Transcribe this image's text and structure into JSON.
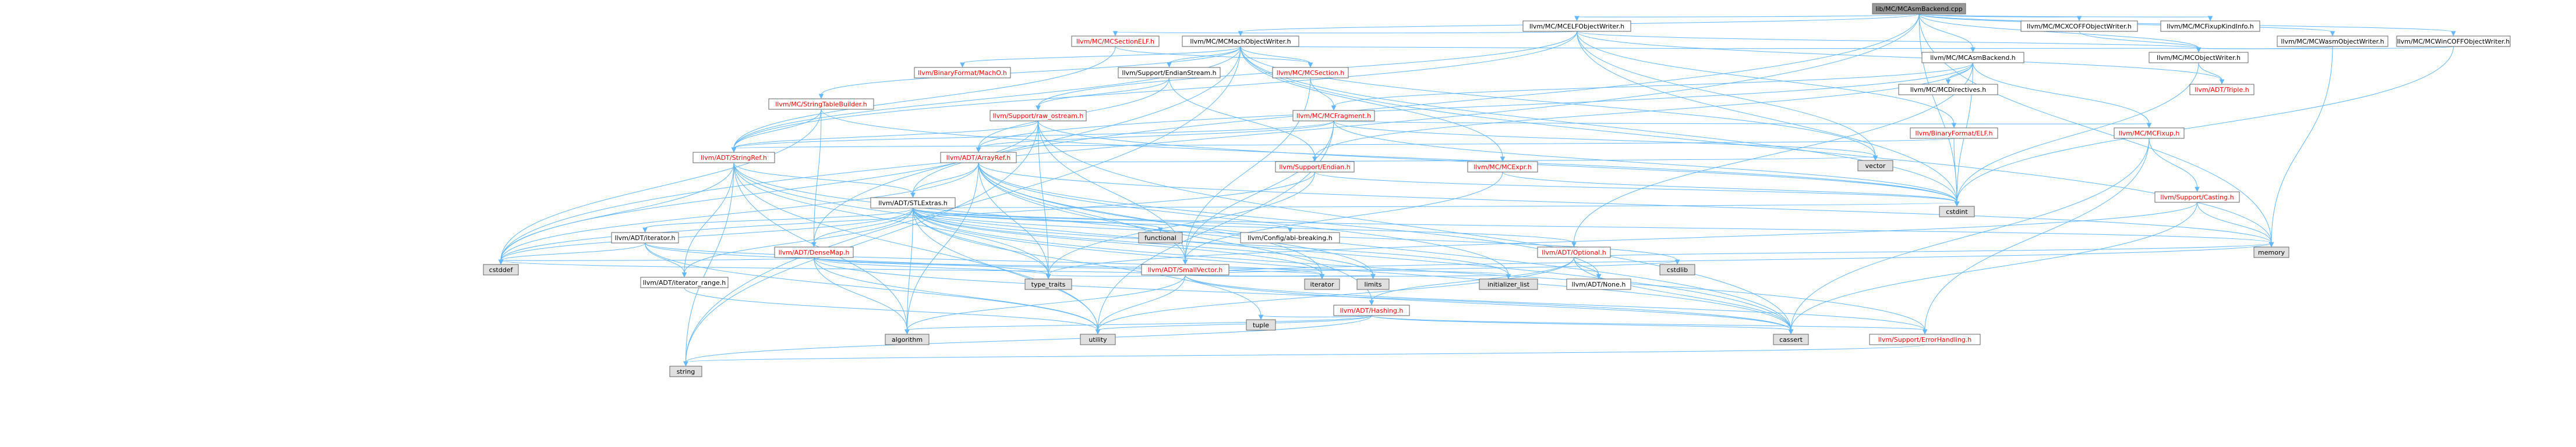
{
  "colors": {
    "root_fill": "#999999",
    "node_fill": "#ffffff",
    "system_fill": "#e0e0e0",
    "border": "#666666",
    "text_default": "#000000",
    "text_red": "#ff0000",
    "edge": "#63b8ff"
  },
  "nodes": [
    {
      "id": "root",
      "label": "lib/MC/MCAsmBackend.cpp",
      "kind": "root"
    },
    {
      "id": "elfwriter",
      "label": "llvm/MC/MCELFObjectWriter.h",
      "kind": "normal"
    },
    {
      "id": "xcoff",
      "label": "llvm/MC/MCXCOFFObjectWriter.h",
      "kind": "normal"
    },
    {
      "id": "fixupkind",
      "label": "llvm/MC/MCFixupKindInfo.h",
      "kind": "normal"
    },
    {
      "id": "wasmwriter",
      "label": "llvm/MC/MCWasmObjectWriter.h",
      "kind": "normal"
    },
    {
      "id": "wincoff",
      "label": "llvm/MC/MCWinCOFFObjectWriter.h",
      "kind": "normal"
    },
    {
      "id": "secelf",
      "label": "llvm/MC/MCSectionELF.h",
      "kind": "red"
    },
    {
      "id": "macho",
      "label": "llvm/MC/MCMachObjectWriter.h",
      "kind": "normal"
    },
    {
      "id": "asmbackend",
      "label": "llvm/MC/MCAsmBackend.h",
      "kind": "normal"
    },
    {
      "id": "objwriter",
      "label": "llvm/MC/MCObjectWriter.h",
      "kind": "normal"
    },
    {
      "id": "binmacho",
      "label": "llvm/BinaryFormat/MachO.h",
      "kind": "red"
    },
    {
      "id": "endianstream",
      "label": "llvm/Support/EndianStream.h",
      "kind": "normal"
    },
    {
      "id": "mcsection",
      "label": "llvm/MC/MCSection.h",
      "kind": "red"
    },
    {
      "id": "directives",
      "label": "llvm/MC/MCDirectives.h",
      "kind": "normal"
    },
    {
      "id": "triple",
      "label": "llvm/ADT/Triple.h",
      "kind": "red"
    },
    {
      "id": "strtab",
      "label": "llvm/MC/StringTableBuilder.h",
      "kind": "red"
    },
    {
      "id": "rawostream",
      "label": "llvm/Support/raw_ostream.h",
      "kind": "red"
    },
    {
      "id": "mcfragment",
      "label": "llvm/MC/MCFragment.h",
      "kind": "red"
    },
    {
      "id": "binelf",
      "label": "llvm/BinaryFormat/ELF.h",
      "kind": "red"
    },
    {
      "id": "mcfixup",
      "label": "llvm/MC/MCFixup.h",
      "kind": "red"
    },
    {
      "id": "stringref",
      "label": "llvm/ADT/StringRef.h",
      "kind": "red"
    },
    {
      "id": "arrayref",
      "label": "llvm/ADT/ArrayRef.h",
      "kind": "red"
    },
    {
      "id": "vector",
      "label": "vector",
      "kind": "system"
    },
    {
      "id": "endian",
      "label": "llvm/Support/Endian.h",
      "kind": "red"
    },
    {
      "id": "mcexpr",
      "label": "llvm/MC/MCExpr.h",
      "kind": "red"
    },
    {
      "id": "stlextras",
      "label": "llvm/ADT/STLExtras.h",
      "kind": "normal"
    },
    {
      "id": "cstdint",
      "label": "cstdint",
      "kind": "system"
    },
    {
      "id": "casting",
      "label": "llvm/Support/Casting.h",
      "kind": "red"
    },
    {
      "id": "iteratorh",
      "label": "llvm/ADT/iterator.h",
      "kind": "normal"
    },
    {
      "id": "functional",
      "label": "functional",
      "kind": "system"
    },
    {
      "id": "abibreaking",
      "label": "llvm/Config/abi-breaking.h",
      "kind": "normal"
    },
    {
      "id": "densemap",
      "label": "llvm/ADT/DenseMap.h",
      "kind": "red"
    },
    {
      "id": "smallvector",
      "label": "llvm/ADT/SmallVector.h",
      "kind": "red"
    },
    {
      "id": "optional",
      "label": "llvm/ADT/Optional.h",
      "kind": "red"
    },
    {
      "id": "memory",
      "label": "memory",
      "kind": "system"
    },
    {
      "id": "cstddef",
      "label": "cstddef",
      "kind": "system"
    },
    {
      "id": "iterrange",
      "label": "llvm/ADT/iterator_range.h",
      "kind": "normal"
    },
    {
      "id": "typetraits",
      "label": "type_traits",
      "kind": "system"
    },
    {
      "id": "iterator",
      "label": "iterator",
      "kind": "system"
    },
    {
      "id": "limits",
      "label": "limits",
      "kind": "system"
    },
    {
      "id": "initlist",
      "label": "initializer_list",
      "kind": "system"
    },
    {
      "id": "cstdlib",
      "label": "cstdlib",
      "kind": "system"
    },
    {
      "id": "none",
      "label": "llvm/ADT/None.h",
      "kind": "normal"
    },
    {
      "id": "hashing",
      "label": "llvm/ADT/Hashing.h",
      "kind": "red"
    },
    {
      "id": "tuple",
      "label": "tuple",
      "kind": "system"
    },
    {
      "id": "algorithm",
      "label": "algorithm",
      "kind": "system"
    },
    {
      "id": "utility",
      "label": "utility",
      "kind": "system"
    },
    {
      "id": "cassert",
      "label": "cassert",
      "kind": "system"
    },
    {
      "id": "errhandling",
      "label": "llvm/Support/ErrorHandling.h",
      "kind": "red"
    },
    {
      "id": "string",
      "label": "string",
      "kind": "system"
    }
  ],
  "edges": [
    [
      "root",
      "elfwriter"
    ],
    [
      "root",
      "xcoff"
    ],
    [
      "root",
      "fixupkind"
    ],
    [
      "root",
      "wasmwriter"
    ],
    [
      "root",
      "wincoff"
    ],
    [
      "root",
      "macho"
    ],
    [
      "root",
      "asmbackend"
    ],
    [
      "root",
      "objwriter"
    ],
    [
      "root",
      "stlextras"
    ],
    [
      "root",
      "cstddef"
    ],
    [
      "root",
      "cstdint"
    ],
    [
      "root",
      "memory"
    ],
    [
      "elfwriter",
      "secelf"
    ],
    [
      "elfwriter",
      "objwriter"
    ],
    [
      "elfwriter",
      "rawostream"
    ],
    [
      "elfwriter",
      "binelf"
    ],
    [
      "elfwriter",
      "triple"
    ],
    [
      "elfwriter",
      "cstdint"
    ],
    [
      "elfwriter",
      "vector"
    ],
    [
      "elfwriter",
      "stringref"
    ],
    [
      "xcoff",
      "objwriter"
    ],
    [
      "wasmwriter",
      "objwriter"
    ],
    [
      "wasmwriter",
      "memory"
    ],
    [
      "wincoff",
      "objwriter"
    ],
    [
      "wincoff",
      "cstdint"
    ],
    [
      "secelf",
      "mcsection"
    ],
    [
      "secelf",
      "stringref"
    ],
    [
      "macho",
      "binmacho"
    ],
    [
      "macho",
      "endianstream"
    ],
    [
      "macho",
      "mcsection"
    ],
    [
      "macho",
      "objwriter"
    ],
    [
      "macho",
      "mcexpr"
    ],
    [
      "macho",
      "strtab"
    ],
    [
      "macho",
      "densemap"
    ],
    [
      "macho",
      "stringref"
    ],
    [
      "macho",
      "cstdint"
    ],
    [
      "macho",
      "memory"
    ],
    [
      "macho",
      "string"
    ],
    [
      "macho",
      "vector"
    ],
    [
      "asmbackend",
      "arrayref"
    ],
    [
      "asmbackend",
      "optional"
    ],
    [
      "asmbackend",
      "directives"
    ],
    [
      "asmbackend",
      "mcfixup"
    ],
    [
      "asmbackend",
      "mcfragment"
    ],
    [
      "asmbackend",
      "endian"
    ],
    [
      "asmbackend",
      "cstdint"
    ],
    [
      "objwriter",
      "triple"
    ],
    [
      "objwriter",
      "cstdint"
    ],
    [
      "endianstream",
      "endian"
    ],
    [
      "endianstream",
      "arrayref"
    ],
    [
      "endianstream",
      "rawostream"
    ],
    [
      "mcsection",
      "mcfragment"
    ],
    [
      "mcsection",
      "smallvector"
    ],
    [
      "strtab",
      "densemap"
    ],
    [
      "strtab",
      "stringref"
    ],
    [
      "strtab",
      "cstddef"
    ],
    [
      "strtab",
      "cstdint"
    ],
    [
      "rawostream",
      "stringref"
    ],
    [
      "rawostream",
      "cassert"
    ],
    [
      "rawostream",
      "cstddef"
    ],
    [
      "rawostream",
      "cstdint"
    ],
    [
      "rawostream",
      "string"
    ],
    [
      "rawostream",
      "typetraits"
    ],
    [
      "rawostream",
      "smallvector"
    ],
    [
      "mcfragment",
      "arrayref"
    ],
    [
      "mcfragment",
      "smallvector"
    ],
    [
      "mcfragment",
      "stringref"
    ],
    [
      "mcfragment",
      "mcfixup"
    ],
    [
      "mcfragment",
      "cstdint"
    ],
    [
      "mcfragment",
      "utility"
    ],
    [
      "mcfragment",
      "vector"
    ],
    [
      "binelf",
      "cstdint"
    ],
    [
      "binelf",
      "stringref"
    ],
    [
      "mcfixup",
      "casting"
    ],
    [
      "mcfixup",
      "errhandling"
    ],
    [
      "mcfixup",
      "cassert"
    ],
    [
      "stringref",
      "stlextras"
    ],
    [
      "stringref",
      "iterrange"
    ],
    [
      "stringref",
      "algorithm"
    ],
    [
      "stringref",
      "cassert"
    ],
    [
      "stringref",
      "cstddef"
    ],
    [
      "stringref",
      "string"
    ],
    [
      "stringref",
      "typetraits"
    ],
    [
      "stringref",
      "utility"
    ],
    [
      "stringref",
      "limits"
    ],
    [
      "stringref",
      "cstring"
    ],
    [
      "arrayref",
      "hashing"
    ],
    [
      "arrayref",
      "none"
    ],
    [
      "arrayref",
      "smallvector"
    ],
    [
      "arrayref",
      "stlextras"
    ],
    [
      "arrayref",
      "algorithm"
    ],
    [
      "arrayref",
      "array"
    ],
    [
      "arrayref",
      "cassert"
    ],
    [
      "arrayref",
      "cstddef"
    ],
    [
      "arrayref",
      "initlist"
    ],
    [
      "arrayref",
      "iterator"
    ],
    [
      "arrayref",
      "memory"
    ],
    [
      "arrayref",
      "typetraits"
    ],
    [
      "arrayref",
      "vector"
    ],
    [
      "endian",
      "cstdint"
    ],
    [
      "endian",
      "cstddef"
    ],
    [
      "endian",
      "typetraits"
    ],
    [
      "mcexpr",
      "cstdint"
    ],
    [
      "mcexpr",
      "smallvector"
    ],
    [
      "stlextras",
      "abibreaking"
    ],
    [
      "stlextras",
      "functional"
    ],
    [
      "stlextras",
      "iteratorh"
    ],
    [
      "stlextras",
      "iterrange"
    ],
    [
      "stlextras",
      "optional"
    ],
    [
      "stlextras",
      "errhandling"
    ],
    [
      "stlextras",
      "algorithm"
    ],
    [
      "stlextras",
      "cassert"
    ],
    [
      "stlextras",
      "cstddef"
    ],
    [
      "stlextras",
      "cstdint"
    ],
    [
      "stlextras",
      "cstdlib"
    ],
    [
      "stlextras",
      "initlist"
    ],
    [
      "stlextras",
      "iterator"
    ],
    [
      "stlextras",
      "limits"
    ],
    [
      "stlextras",
      "memory"
    ],
    [
      "stlextras",
      "tuple"
    ],
    [
      "stlextras",
      "typetraits"
    ],
    [
      "stlextras",
      "utility"
    ],
    [
      "stlextras",
      "densemap"
    ],
    [
      "casting",
      "memory"
    ],
    [
      "casting",
      "cassert"
    ],
    [
      "casting",
      "typetraits"
    ],
    [
      "iteratorh",
      "iterrange"
    ],
    [
      "iteratorh",
      "cstddef"
    ],
    [
      "iteratorh",
      "iterator"
    ],
    [
      "iteratorh",
      "typetraits"
    ],
    [
      "iteratorh",
      "utility"
    ],
    [
      "densemap",
      "iterator"
    ],
    [
      "densemap",
      "algorithm"
    ],
    [
      "densemap",
      "cassert"
    ],
    [
      "densemap",
      "cstddef"
    ],
    [
      "densemap",
      "initlist"
    ],
    [
      "densemap",
      "typetraits"
    ],
    [
      "densemap",
      "utility"
    ],
    [
      "smallvector",
      "algorithm"
    ],
    [
      "smallvector",
      "cassert"
    ],
    [
      "smallvector",
      "cstddef"
    ],
    [
      "smallvector",
      "cstdlib"
    ],
    [
      "smallvector",
      "initlist"
    ],
    [
      "smallvector",
      "iterator"
    ],
    [
      "smallvector",
      "limits"
    ],
    [
      "smallvector",
      "memory"
    ],
    [
      "smallvector",
      "typetraits"
    ],
    [
      "smallvector",
      "utility"
    ],
    [
      "smallvector",
      "errhandling"
    ],
    [
      "optional",
      "none"
    ],
    [
      "optional",
      "cassert"
    ],
    [
      "optional",
      "memory"
    ],
    [
      "optional",
      "utility"
    ],
    [
      "optional",
      "hashing"
    ],
    [
      "hashing",
      "errhandling"
    ],
    [
      "hashing",
      "algorithm"
    ],
    [
      "hashing",
      "cassert"
    ],
    [
      "hashing",
      "string"
    ],
    [
      "hashing",
      "tuple"
    ],
    [
      "hashing",
      "utility"
    ],
    [
      "iterrange",
      "utility"
    ],
    [
      "errhandling",
      "string"
    ]
  ]
}
